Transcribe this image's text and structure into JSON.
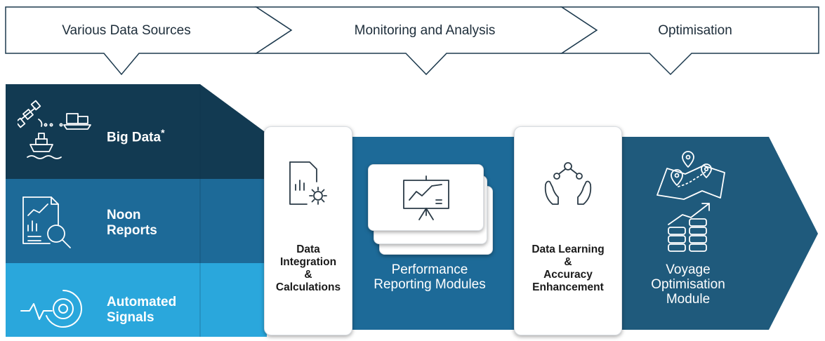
{
  "stages": [
    {
      "label": "Various Data Sources"
    },
    {
      "label": "Monitoring and Analysis"
    },
    {
      "label": "Optimisation"
    }
  ],
  "sources": [
    {
      "label": "Big Data",
      "marker": "*",
      "icon": "satellite-ship-icon"
    },
    {
      "label_line1": "Noon",
      "label_line2": "Reports",
      "icon": "report-chart-magnifier-icon"
    },
    {
      "label_line1": "Automated",
      "label_line2": "Signals",
      "icon": "signal-target-icon"
    }
  ],
  "cards": [
    {
      "lines": [
        "Data",
        "Integration",
        "&",
        "Calculations"
      ],
      "icon": "document-gear-icon"
    },
    {
      "lines": [
        "Data Learning",
        "&",
        "Accuracy",
        "Enhancement"
      ],
      "icon": "hands-network-icon"
    }
  ],
  "modules": [
    {
      "lines": [
        "Performance",
        "Reporting Modules"
      ],
      "icon": "presentation-board-icon"
    },
    {
      "lines": [
        "Voyage",
        "Optimisation",
        "Module"
      ],
      "icon": "map-pins-coins-icon"
    }
  ],
  "colors": {
    "band_dark": "#123a52",
    "band_mid": "#1d6a98",
    "band_light": "#2aa7dc",
    "arrow_body": "#1d6a98",
    "arrow_head": "#1f5a7c",
    "chevron_stroke": "#1d3a4e"
  }
}
